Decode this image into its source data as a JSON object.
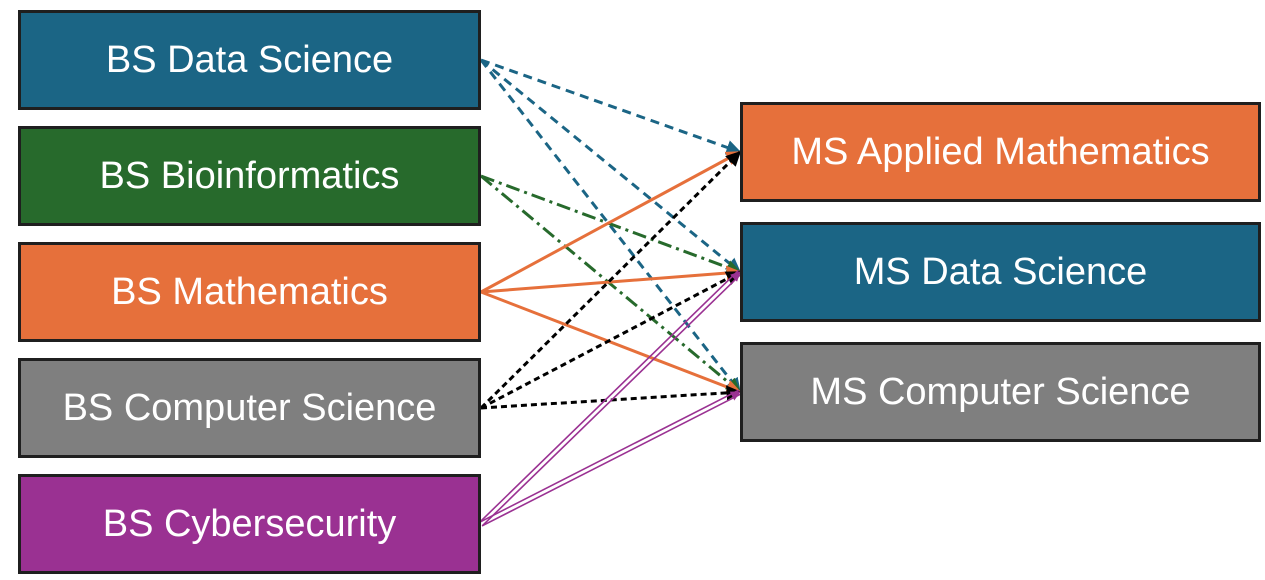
{
  "sources": [
    {
      "id": "bs-ds",
      "label": "BS Data Science",
      "color": "#1b6585"
    },
    {
      "id": "bs-bio",
      "label": "BS Bioinformatics",
      "color": "#276a2c"
    },
    {
      "id": "bs-math",
      "label": "BS Mathematics",
      "color": "#e6703b"
    },
    {
      "id": "bs-cs",
      "label": "BS Computer Science",
      "color": "#7f7f7f"
    },
    {
      "id": "bs-cyber",
      "label": "BS Cybersecurity",
      "color": "#9a3192"
    }
  ],
  "targets": [
    {
      "id": "ms-am",
      "label": "MS Applied Mathematics",
      "color": "#e6703b"
    },
    {
      "id": "ms-ds",
      "label": "MS Data Science",
      "color": "#1b6585"
    },
    {
      "id": "ms-cs",
      "label": "MS Computer Science",
      "color": "#7f7f7f"
    }
  ],
  "edges": [
    {
      "from": "bs-ds",
      "to": "ms-am",
      "style": "dashed",
      "color": "#1b6585"
    },
    {
      "from": "bs-ds",
      "to": "ms-ds",
      "style": "dashed",
      "color": "#1b6585"
    },
    {
      "from": "bs-ds",
      "to": "ms-cs",
      "style": "dashed",
      "color": "#1b6585"
    },
    {
      "from": "bs-bio",
      "to": "ms-ds",
      "style": "dash-dot",
      "color": "#276a2c"
    },
    {
      "from": "bs-bio",
      "to": "ms-cs",
      "style": "dash-dot",
      "color": "#276a2c"
    },
    {
      "from": "bs-math",
      "to": "ms-am",
      "style": "solid",
      "color": "#e6703b"
    },
    {
      "from": "bs-math",
      "to": "ms-ds",
      "style": "solid",
      "color": "#e6703b"
    },
    {
      "from": "bs-math",
      "to": "ms-cs",
      "style": "solid",
      "color": "#e6703b"
    },
    {
      "from": "bs-cs",
      "to": "ms-am",
      "style": "dotted",
      "color": "#000000"
    },
    {
      "from": "bs-cs",
      "to": "ms-ds",
      "style": "dotted",
      "color": "#000000"
    },
    {
      "from": "bs-cs",
      "to": "ms-cs",
      "style": "dotted",
      "color": "#000000"
    },
    {
      "from": "bs-cyber",
      "to": "ms-ds",
      "style": "double",
      "color": "#9a3192"
    },
    {
      "from": "bs-cyber",
      "to": "ms-cs",
      "style": "double",
      "color": "#9a3192"
    }
  ]
}
